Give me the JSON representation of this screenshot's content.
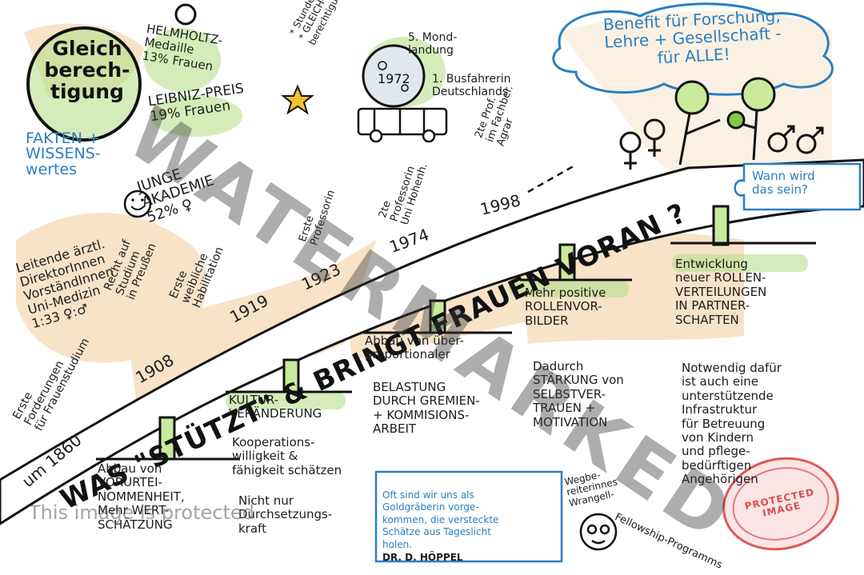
{
  "title": "Gleich\nberech-\ntigung",
  "subtitle": "FAKTEN +\nWISSENS-\nwertes",
  "banner_question": "WAS \"STÜTZT\" & BRINGT FRAUEN VORAN ?",
  "facts": {
    "helmholtz": "HELMHOLTZ-\nMedaille\n13% Frauen",
    "leibniz": "LEIBNIZ-PREIS\n19% Frauen",
    "junge_akademie": "JUNGE\nAKADEMIE\n52% ♀",
    "leitende": "Leitende ärztl.\nDirektorInnen\nVorständInnen\nUni-Medizin\n1:33 ♀:♂",
    "recht": "Recht auf\nStudium\nin Preußen",
    "habilitation": "Erste\nweibliche\nHabilitation",
    "erste_professorin": "Erste\nProfessorin",
    "hohenheim": "2te\nProfessorin\nUni Hohenh.",
    "agrar": "2te Prof.\nim Fachber.\nAgrar",
    "forderungen": "Erste\nForderungen\nfür Frauenstudium"
  },
  "years": {
    "y1860": "um 1860",
    "y1908": "1908",
    "y1919": "1919",
    "y1923": "1923",
    "y1974": "1974",
    "y1998": "1998"
  },
  "moon": {
    "stunden": "* Stunden\n* GLEICH-\nberechtigung",
    "mond": "5. Mond-\nlandung",
    "bus": "1. Busfahrerin\nDeutschlands",
    "year": "1972"
  },
  "benefit": "Benefit für Forschung,\nLehre + Gesellschaft -\nfür ALLE!",
  "wann": "Wann wird\ndas sein?",
  "pillars": {
    "abbau_vorurteile": "Abbau von\nVORURTEI-\nNOMMENHEIT,\nMehr WERT-\nSCHÄTZUNG",
    "kultur_title": "KULTUR-\nVERÄNDERUNG",
    "kultur_body": "Kooperations-\nwilligkeit &\nfähigkeit schätzen",
    "kultur_body2": "Nicht nur\nDurchsetzungs-\nkraft",
    "abbau_title": "Abbau von über-\nproportionaler",
    "abbau_body": "BELASTUNG\nDURCH GREMIEN-\n+ KOMMISIONS-\nARBEIT",
    "rollen_title": "Mehr positive\nROLLENVOR-\nBILDER",
    "rollen_body": "Dadurch\nSTÄRKUNG von\nSELBSTVER-\nTRAUEN +\nMOTIVATION",
    "entw_title": "Entwicklung\nneuer ROLLEN-\nVERTEILUNGEN\nIN PARTNER-\nSCHAFTEN",
    "entw_body": "Notwendig dafür\nist auch eine\nunterstützende\nInfrastruktur\nfür Betreuung\nvon Kindern\nund pflege-\nbedürftigen\nAngehörigen"
  },
  "quote": {
    "text": "Oft sind wir uns als\nGoldgräberin vorge-\nkommen, die versteckte\nSchätze aus Tageslicht\nholen.",
    "author": "DR. D. HÖPPEL"
  },
  "wegbereiter": "Wegbe-\nreiterinnes\nWrangell-",
  "fellowship": "Fellowship-Programms",
  "watermark": "WATERMARKED",
  "protected_notice": "This image is protected",
  "stamp_text": "PROTECTED IMAGE",
  "colors": {
    "green": "#86c846",
    "blue": "#2b7fc0",
    "orange_wash": "#f6d9b6",
    "ink": "#1c1c1c",
    "stamp_red": "#d63232"
  },
  "icons": [
    "female-symbol-icon",
    "male-symbol-icon",
    "star-icon",
    "moon-icon",
    "bus-icon",
    "smiley-icon",
    "thought-cloud-icon",
    "puzzle-piece-icon",
    "portrait-icon",
    "stamp-icon"
  ]
}
